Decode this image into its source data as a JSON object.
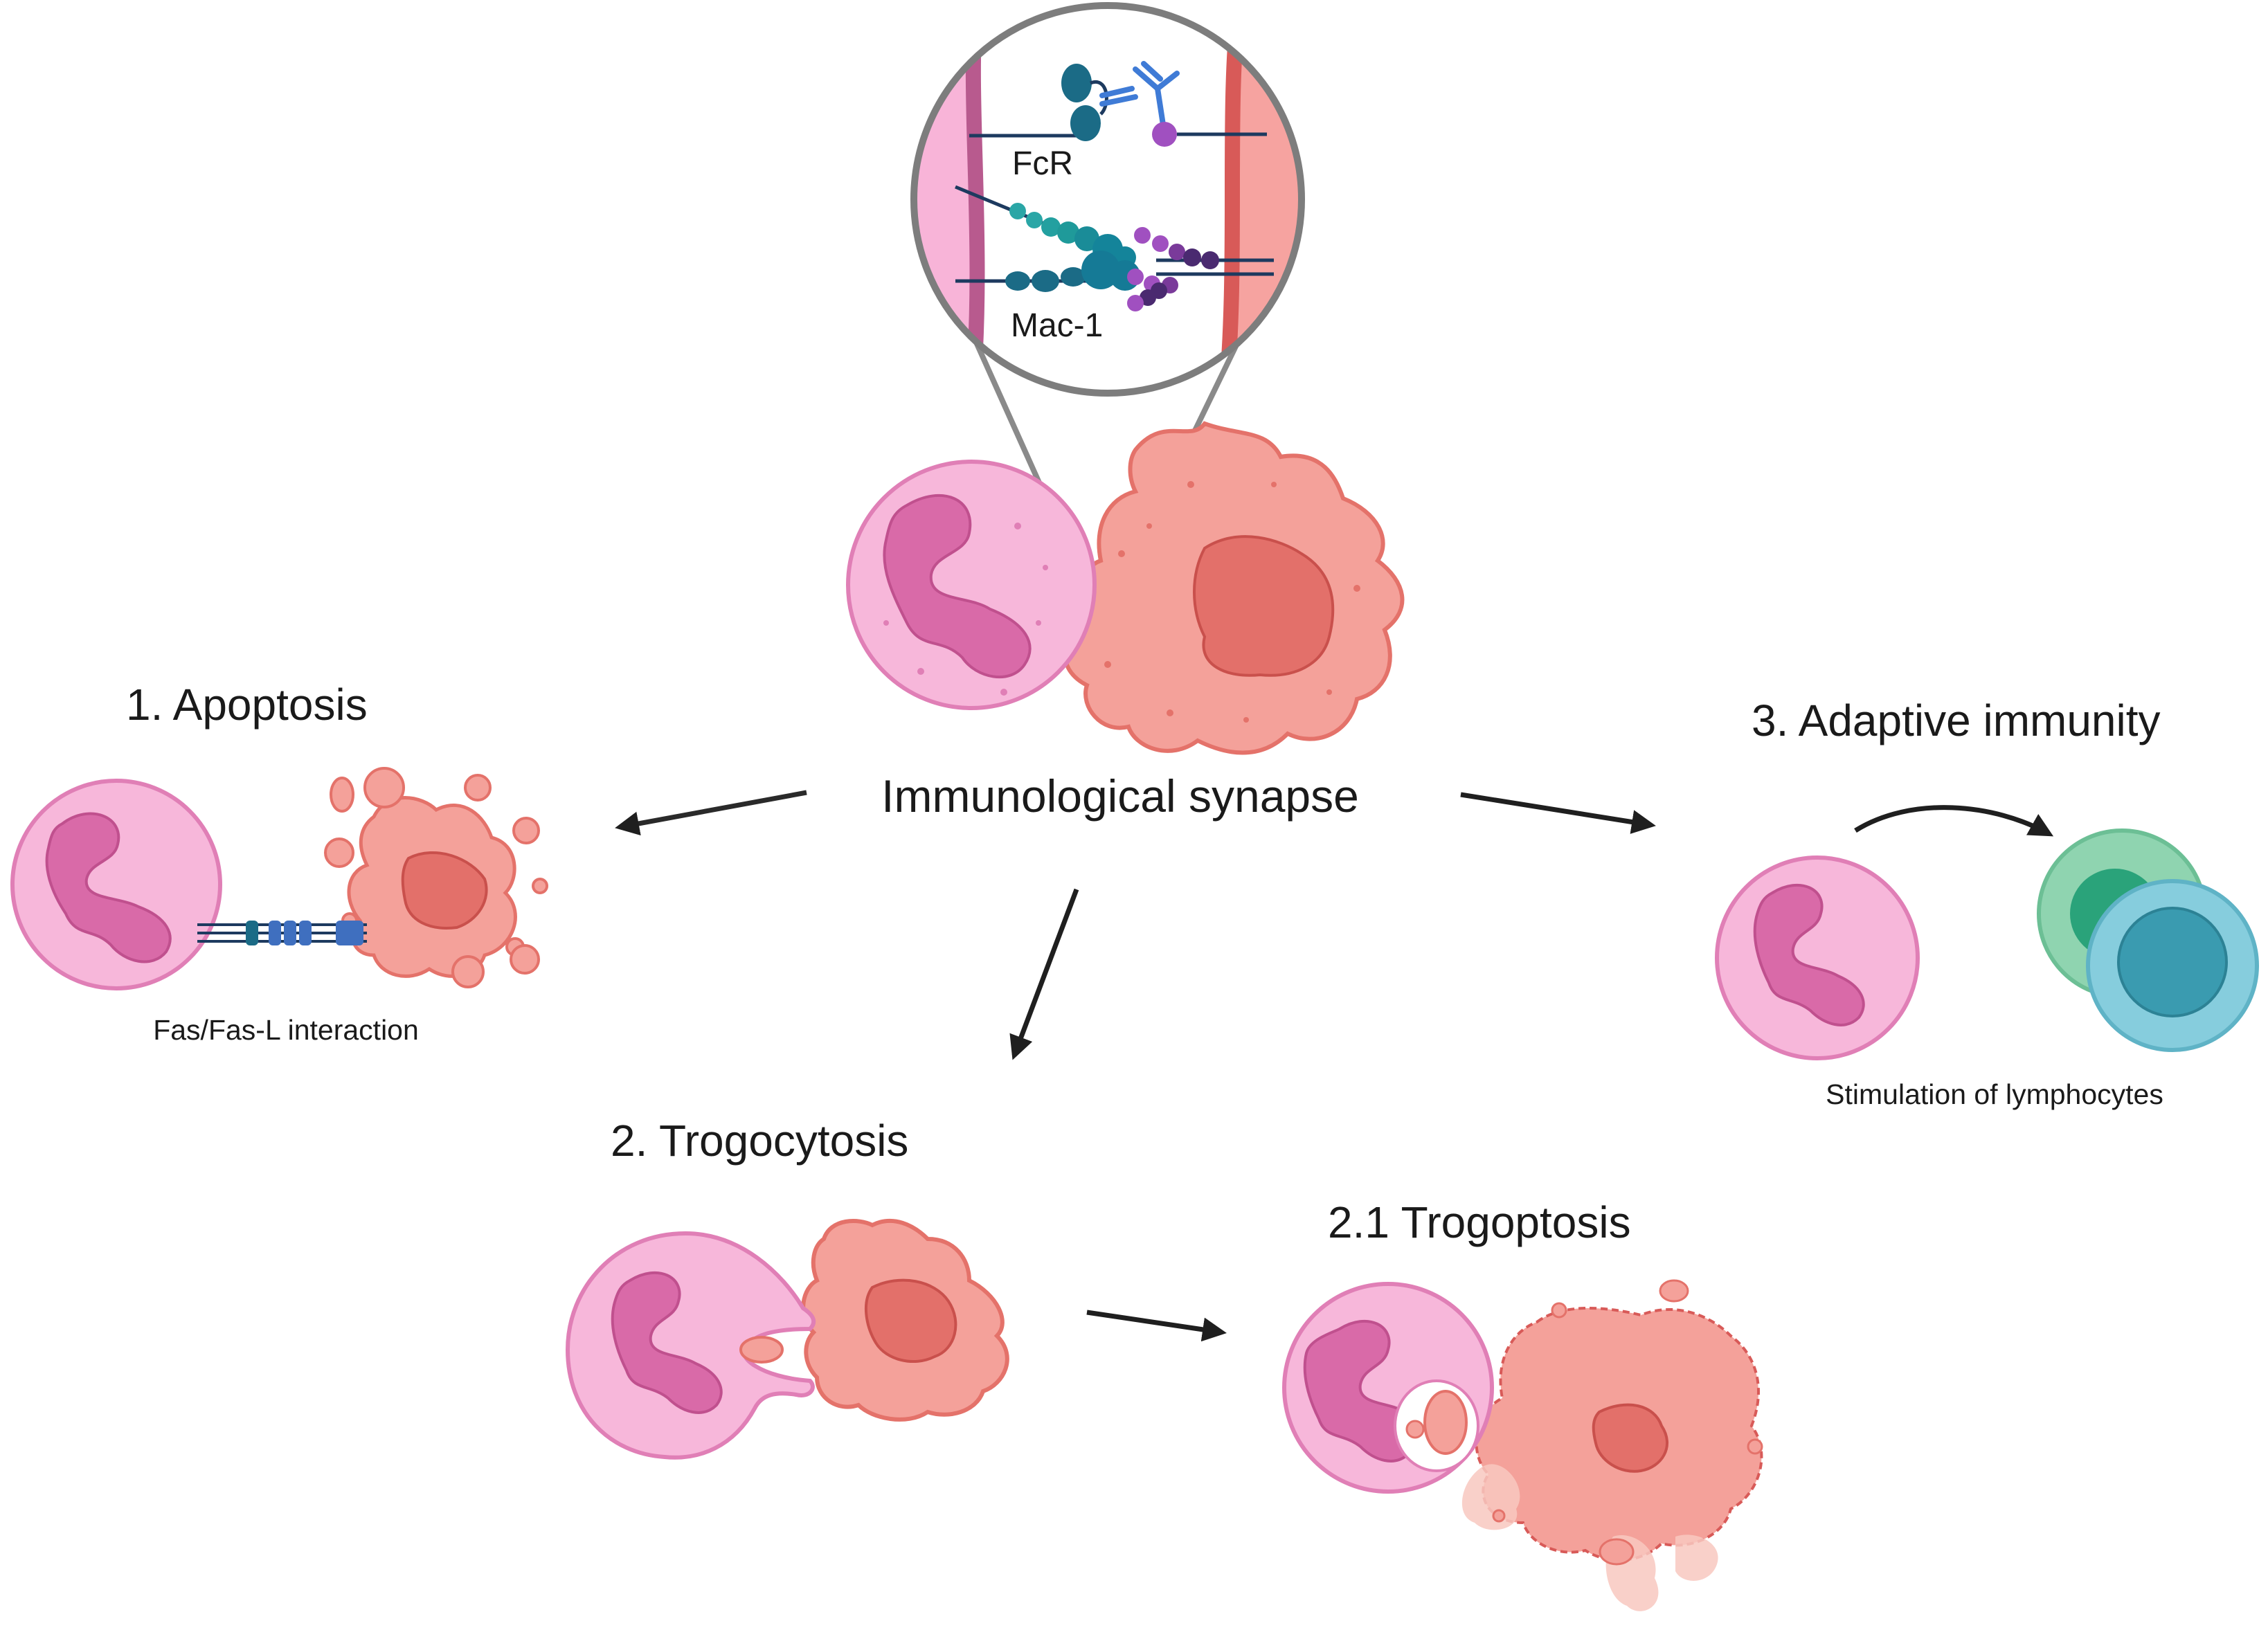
{
  "center": {
    "title": "Immunological synapse",
    "inset_labels": {
      "fcr": "FcR",
      "mac1": "Mac-1"
    }
  },
  "outcomes": {
    "apoptosis": {
      "title": "1. Apoptosis",
      "caption": "Fas/Fas-L interaction"
    },
    "trogocytosis": {
      "title": "2. Trogocytosis"
    },
    "trogoptosis": {
      "title": "2.1 Trogoptosis"
    },
    "adaptive": {
      "title": "3. Adaptive immunity",
      "caption": "Stimulation of lymphocytes"
    }
  },
  "colors": {
    "neutrophil_fill": "#f7b7da",
    "neutrophil_stroke": "#e07fb6",
    "nucleus": "#d96aa8",
    "tumor_fill": "#f4a19a",
    "tumor_stroke": "#e4726a",
    "tumor_nucleus": "#e3706a",
    "arrow": "#1f1f1f"
  },
  "icons": [
    "neutrophil-cell",
    "tumor-cell",
    "lymphocyte-cell",
    "antibody-icon",
    "receptor-icon",
    "arrow-icon"
  ]
}
